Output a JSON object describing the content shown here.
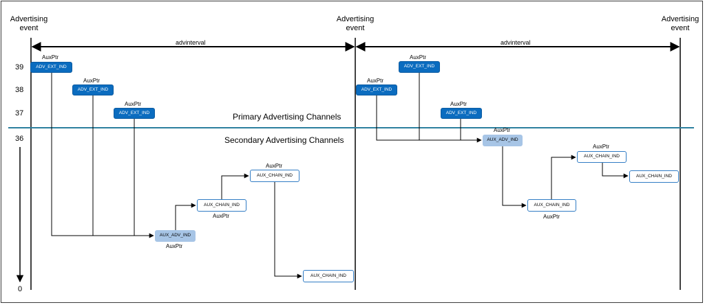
{
  "events": {
    "e1": "Advertising\nevent",
    "e2": "Advertising\nevent",
    "e3": "Advertising\nevent"
  },
  "interval_label": "advinterval",
  "channels": {
    "primary": "Primary Advertising Channels",
    "secondary": "Secondary Advertising Channels"
  },
  "axis": {
    "ch39": "39",
    "ch38": "38",
    "ch37": "37",
    "ch36": "36",
    "zero": "0"
  },
  "packets": {
    "adv_ext_ind": "ADV_EXT_IND",
    "aux_adv_ind": "AUX_ADV_IND",
    "aux_chain_ind": "AUX_CHAIN_IND"
  },
  "auxptr": "AuxPtr",
  "colors": {
    "ext_fill": "#0b6cbf",
    "adv_fill": "#a7c5e6",
    "chain_border": "#2f7bc4",
    "divider": "#2a7f9e"
  }
}
